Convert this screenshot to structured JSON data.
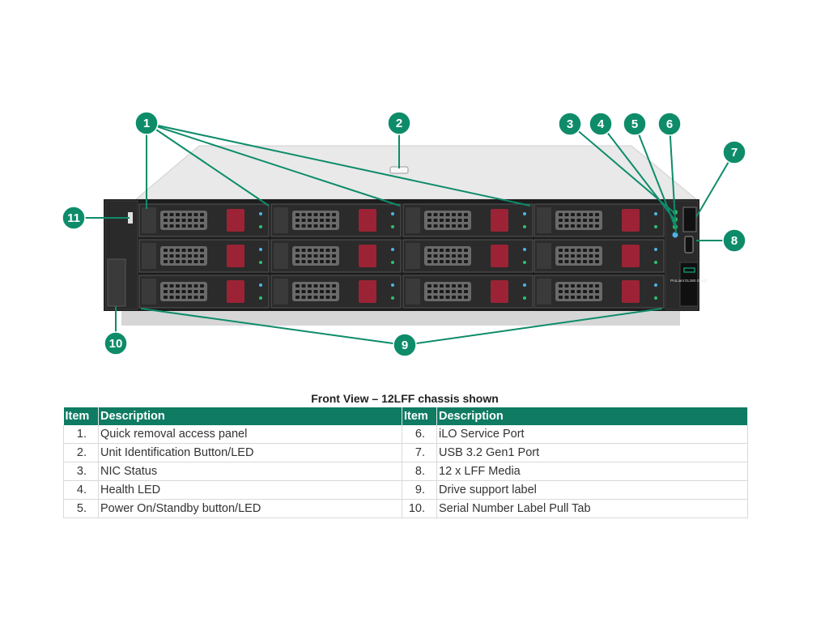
{
  "callouts": [
    "1",
    "2",
    "3",
    "4",
    "5",
    "6",
    "7",
    "8",
    "9",
    "10",
    "11"
  ],
  "caption": "Front View – 12LFF chassis shown",
  "bezel_badge": "ProLiant DL380 Gen11",
  "table": {
    "headers": [
      "Item",
      "Description",
      "Item",
      "Description"
    ],
    "rows": [
      {
        "n1": "1.",
        "d1": "Quick removal access panel",
        "n2": "6.",
        "d2": "iLO Service Port"
      },
      {
        "n1": "2.",
        "d1": "Unit Identification Button/LED",
        "n2": "7.",
        "d2": "USB 3.2 Gen1 Port"
      },
      {
        "n1": "3.",
        "d1": "NIC Status",
        "n2": "8.",
        "d2": "12 x LFF Media"
      },
      {
        "n1": "4.",
        "d1": "Health LED",
        "n2": "9.",
        "d2": "Drive support label"
      },
      {
        "n1": "5.",
        "d1": "Power On/Standby button/LED",
        "n2": "10.",
        "d2": "Serial Number Label Pull Tab"
      }
    ]
  },
  "colors": {
    "accent": "#0e8c6a",
    "header": "#0f7b63",
    "drive_latch": "#9b2335"
  }
}
